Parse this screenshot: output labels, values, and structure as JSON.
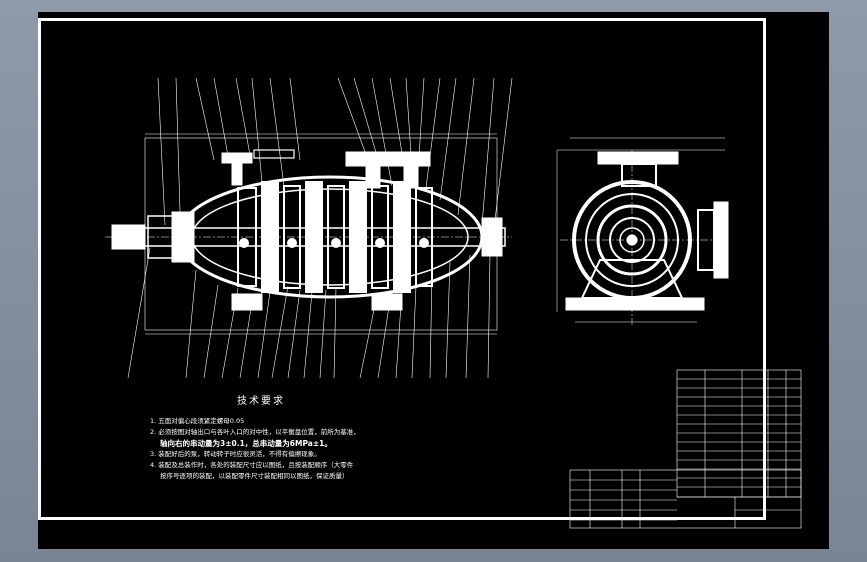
{
  "colors": {
    "desktop": "#8e9aa8",
    "paper": "#000000",
    "ink": "#ffffff"
  },
  "technical_requirements": {
    "title": "技术要求",
    "items": [
      {
        "text": "1. 五面对偏心段须紧定螺母0.05",
        "emph": false
      },
      {
        "text": "2. 必须按图对轴出口与各叶入口的对中性，以平衡盘位置，前所为基准，",
        "emph": false
      },
      {
        "text": "轴向右的串动量为3±0.1，总串动量为6MPa±1。",
        "emph": true
      },
      {
        "text": "3. 装配好后的泵，转动转子时应很灵活，不得有偏擦现象。",
        "emph": false
      },
      {
        "text": "4. 装配及总装作时，各处的装配尺寸应以图纸，且按装配顺序（大零件",
        "emph": false
      },
      {
        "text": "按序号逐项的装配，以装配零件尺寸装配相同以图纸，保证质量）",
        "emph": false
      }
    ]
  }
}
